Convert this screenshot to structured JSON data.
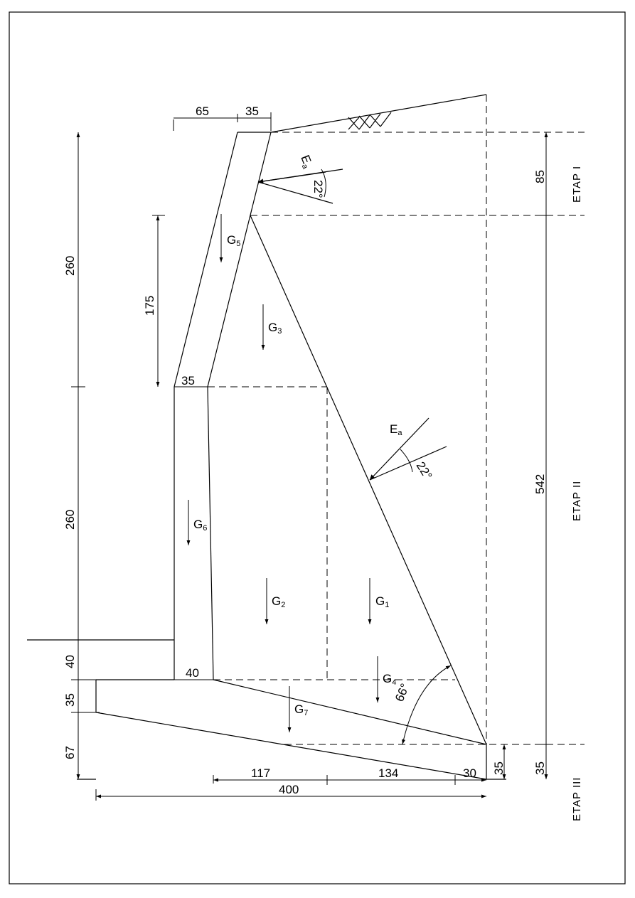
{
  "dimensions": {
    "top_width_left": "65",
    "top_width_right": "35",
    "left_upper_height": "260",
    "left_lower_height": "260",
    "left_40": "40",
    "left_35": "35",
    "left_67": "67",
    "inner_175": "175",
    "inner_35_mid": "35",
    "inner_40_base": "40",
    "right_85": "85",
    "right_542": "542",
    "right_35_base": "35",
    "base_35_small": "35",
    "base_117": "117",
    "base_134": "134",
    "base_30": "30",
    "base_400": "400"
  },
  "stages": {
    "etap_1": "ETAP I",
    "etap_2": "ETAP II",
    "etap_3": "ETAP III"
  },
  "forces": {
    "ea_main": "E",
    "ea_main_sub": "a",
    "ea_top": "E",
    "ea_top_sub": "a",
    "g1": "G",
    "g1_sub": "1",
    "g2": "G",
    "g2_sub": "2",
    "g3": "G",
    "g3_sub": "3",
    "g4": "G",
    "g4_sub": "4",
    "g5": "G",
    "g5_sub": "5",
    "g6": "G",
    "g6_sub": "6",
    "g7": "G",
    "g7_sub": "7"
  },
  "angles": {
    "friction_main": "22°",
    "friction_top": "22°",
    "slope_angle": "66°"
  }
}
